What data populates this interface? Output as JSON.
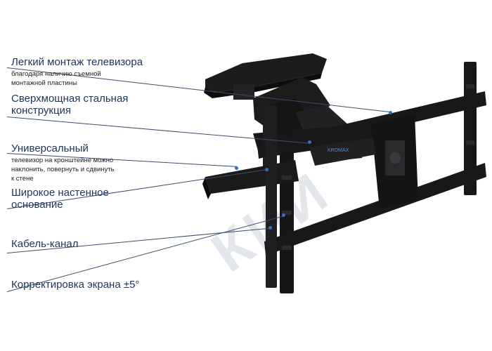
{
  "features": [
    {
      "title": "Легкий монтаж телевизора",
      "subtitle_lines": [
        "благодаря наличию съемной",
        "монтажной пластины"
      ]
    },
    {
      "title_lines": [
        "Сверхмощная стальная",
        "конструкция"
      ]
    },
    {
      "title": "Универсальный",
      "subtitle_lines": [
        "телевизор на кронштейне можно",
        "наклонить, повернуть и сдвинуть",
        "к стене"
      ]
    },
    {
      "title_lines": [
        "Широкое настенное",
        "основание"
      ]
    },
    {
      "title": "Кабель-канал"
    },
    {
      "title": "Корректировка экрана ±5°"
    }
  ],
  "watermark": "КИИ",
  "colors": {
    "title_text": "#1d3557",
    "body_text": "#222222",
    "leader_line": "#3a4f6b",
    "mount_metal": "#1b1b1c",
    "accent_dot": "#2f6fc6",
    "watermark": "#e3e6ea"
  },
  "product_image": {
    "name": "full-motion-tv-wall-mount",
    "brand_label": "KROMAX"
  }
}
